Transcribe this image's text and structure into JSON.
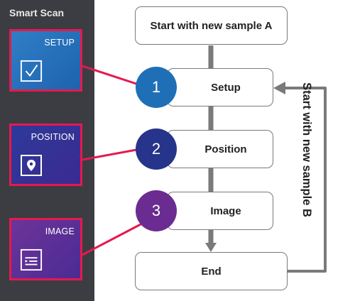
{
  "sidebar": {
    "title": "Smart Scan",
    "tiles": [
      {
        "label": "SETUP",
        "icon": "checkmark-box-icon"
      },
      {
        "label": "POSITION",
        "icon": "location-pin-icon"
      },
      {
        "label": "IMAGE",
        "icon": "image-panel-icon"
      }
    ]
  },
  "flow": {
    "start_label": "Start with new sample A",
    "steps": [
      {
        "number": "1",
        "label": "Setup",
        "color": "#1f6fb6"
      },
      {
        "number": "2",
        "label": "Position",
        "color": "#27348b"
      },
      {
        "number": "3",
        "label": "Image",
        "color": "#6a2c91"
      }
    ],
    "end_label": "End",
    "loop_label": "Start with new sample B"
  },
  "colors": {
    "accent_red": "#e5194f",
    "connector_gray": "#7a7a7a"
  }
}
